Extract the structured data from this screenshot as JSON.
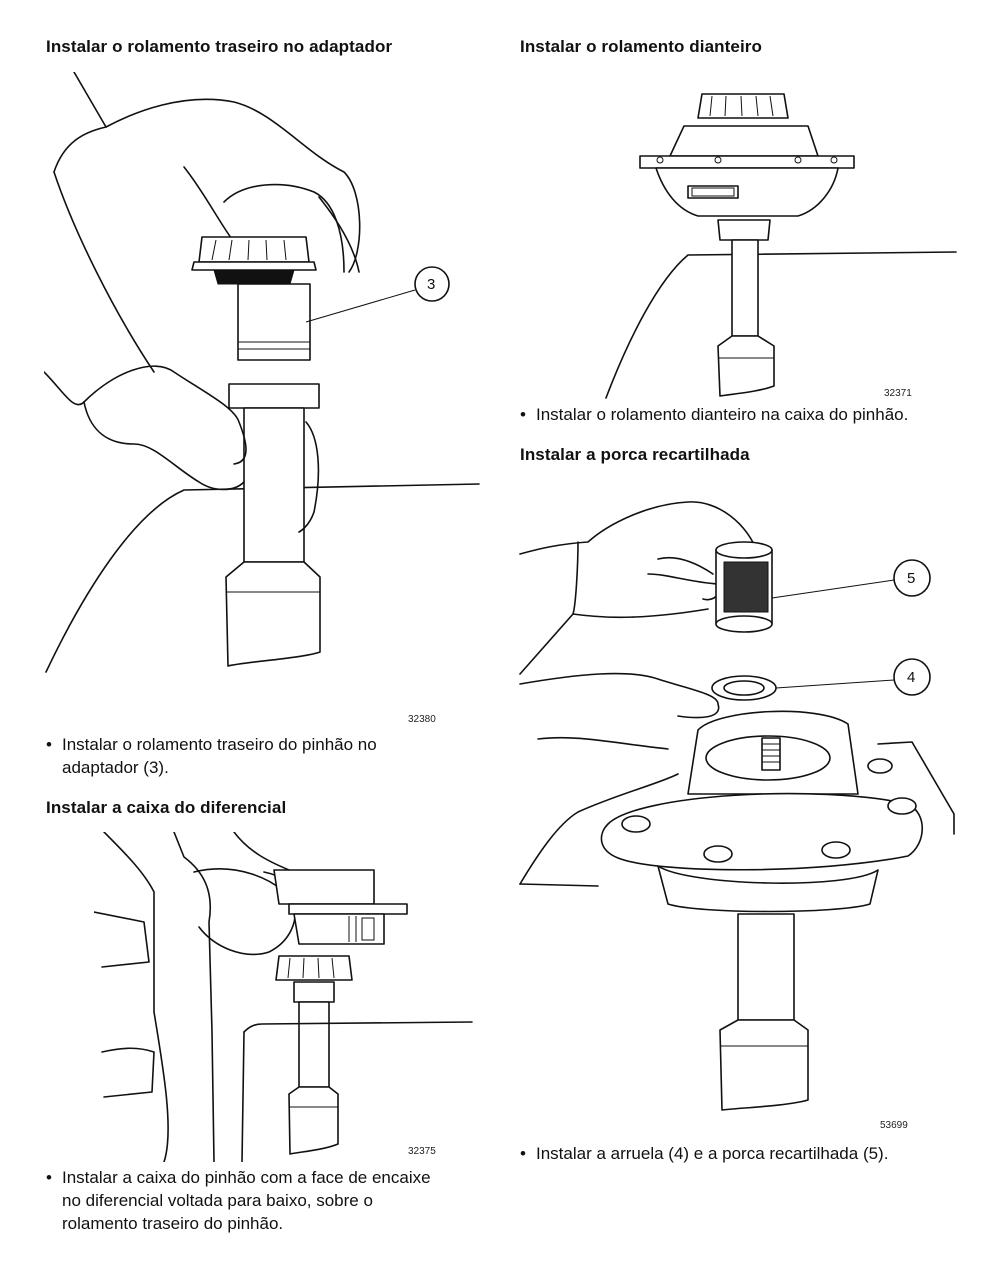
{
  "sections": {
    "rear_bearing": {
      "heading": "Instalar o rolamento traseiro no adaptador",
      "callout": "3",
      "figure_number": "32380",
      "bullet_line1": "Instalar o rolamento traseiro do pinhão no",
      "bullet_line2": "adaptador (3)."
    },
    "differential_case": {
      "heading": "Instalar a caixa do diferencial",
      "figure_number": "32375",
      "bullet_line1": "Instalar a caixa do pinhão com a face de encaixe",
      "bullet_line2": "no diferencial voltada para baixo, sobre o",
      "bullet_line3": "rolamento traseiro do pinhão."
    },
    "front_bearing": {
      "heading": "Instalar o rolamento dianteiro",
      "figure_number": "32371",
      "bullet_line1": "Instalar o rolamento dianteiro na caixa do pinhão."
    },
    "knurled_nut": {
      "heading": "Instalar a porca recartilhada",
      "callout_nut": "5",
      "callout_washer": "4",
      "figure_number": "53699",
      "bullet_line1": "Instalar a arruela (4) e a porca recartilhada (5)."
    }
  },
  "bullet_symbol": "•"
}
